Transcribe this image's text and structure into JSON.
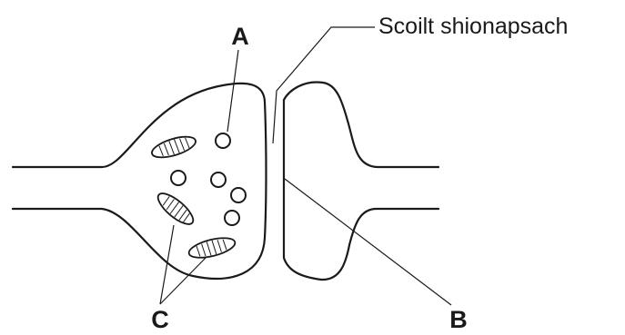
{
  "labels": {
    "a": "A",
    "b": "B",
    "c": "C",
    "synaptic_cleft": "Scoilt shionapsach"
  },
  "colors": {
    "stroke": "#1a1a1a",
    "background": "#ffffff"
  }
}
